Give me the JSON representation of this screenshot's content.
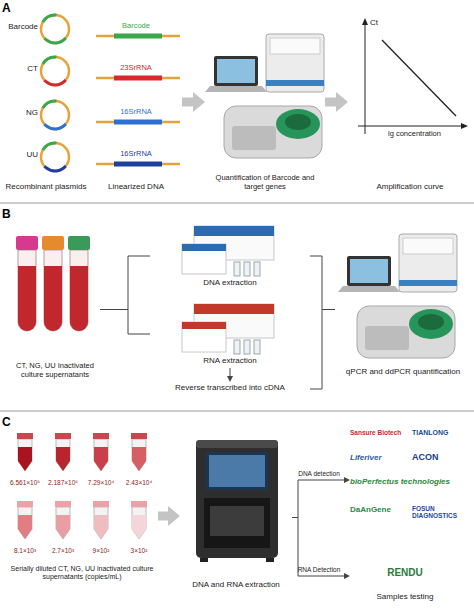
{
  "diagram": {
    "nodes": [
      {
        "text": [
          "Recombinant plasmids"
        ]
      },
      {
        "text": [
          "Barcode"
        ],
        "in": 0
      },
      {
        "text": [
          "CT"
        ],
        "in": 0
      },
      {
        "text": [
          "NG"
        ],
        "in": 0
      },
      {
        "text": [
          "UU"
        ],
        "in": 0
      },
      {
        "text": [
          "Linearized DNA"
        ]
      },
      {
        "text": [
          "Barcode"
        ],
        "in": 5
      },
      {
        "text": [
          "23SrRNA"
        ],
        "in": 5
      },
      {
        "text": [
          "16SrRNA"
        ],
        "in": 5
      },
      {
        "text": [
          "16SrRNA"
        ],
        "in": 5
      },
      {
        "text": [
          "Quantification of Barcode and target genes"
        ]
      },
      {
        "text": [
          "Ct",
          "lg concentration",
          "Amplification curve"
        ]
      },
      {
        "text": [
          "CT, NG, UU Inactivated culture supernatants"
        ]
      },
      {
        "text": [
          "DNA extraction"
        ]
      },
      {
        "text": [
          "RNA extraction"
        ]
      },
      {
        "text": [
          "Reverse transcribed into cDNA"
        ]
      },
      {
        "text": [
          "qPCR and ddPCR quantification"
        ]
      },
      {
        "text": [
          "Serially diluted CT, NG, UU inactivated culture supernatants (copies/mL)"
        ]
      },
      {
        "text": [
          "6.561×10⁵"
        ],
        "in": 17
      },
      {
        "text": [
          "2.187×10⁵"
        ],
        "in": 17
      },
      {
        "text": [
          "7.29×10⁴"
        ],
        "in": 17
      },
      {
        "text": [
          "2.43×10⁴"
        ],
        "in": 17
      },
      {
        "text": [
          "8.1×10³"
        ],
        "in": 17
      },
      {
        "text": [
          "2.7×10³"
        ],
        "in": 17
      },
      {
        "text": [
          "9×10²"
        ],
        "in": 17
      },
      {
        "text": [
          "3×10²"
        ],
        "in": 17
      },
      {
        "text": [
          "DNA and RNA extraction"
        ]
      },
      {
        "text": [
          "Sansure Biotech",
          "TIANLONG",
          "Liferiver",
          "ACON",
          "bioPerfectus technologies",
          "DaAnGene",
          "FOSUN DIAGNOSTICS"
        ]
      },
      {
        "text": [
          "RENDU"
        ]
      }
    ],
    "edges": [
      {
        "from": 5,
        "to": 10,
        "arrow": "to"
      },
      {
        "from": 10,
        "to": 11,
        "arrow": "to"
      },
      {
        "from": 12,
        "to": 13,
        "arrow": "none"
      },
      {
        "from": 12,
        "to": 14,
        "arrow": "none"
      },
      {
        "from": 14,
        "to": 15,
        "arrow": "to"
      },
      {
        "from": 13,
        "to": 16,
        "arrow": "none"
      },
      {
        "from": 15,
        "to": 16,
        "arrow": "none"
      },
      {
        "from": 17,
        "to": 26,
        "arrow": "to"
      },
      {
        "from": 26,
        "to": 27,
        "arrow": "to",
        "label": "DNA detection"
      },
      {
        "from": 26,
        "to": 28,
        "arrow": "to",
        "label": "RNA Detection"
      }
    ],
    "labels": [
      "A",
      "B",
      "C",
      "Samples testing"
    ]
  }
}
